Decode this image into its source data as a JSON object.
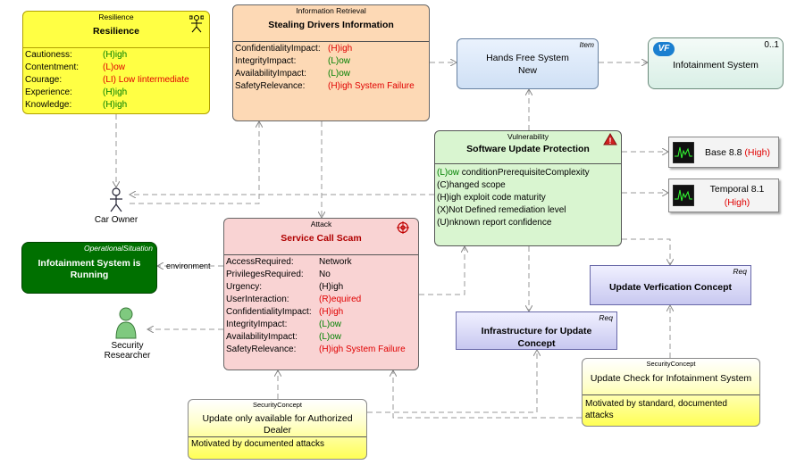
{
  "resilience": {
    "stereotype": "Resilience",
    "title": "Resilience",
    "rows": [
      {
        "label": "Cautioness:",
        "value": "(H)igh",
        "color": "g"
      },
      {
        "label": "Contentment:",
        "value": "(L)ow",
        "color": "r"
      },
      {
        "label": "Courage:",
        "value": "(LI) Low Iintermediate",
        "color": "r"
      },
      {
        "label": "Experience:",
        "value": "(H)igh",
        "color": "g"
      },
      {
        "label": "Knowledge:",
        "value": "(H)igh",
        "color": "g"
      }
    ]
  },
  "info_retrieval": {
    "stereotype": "Information Retrieval",
    "title": "Stealing Drivers Information",
    "rows": [
      {
        "label": "ConfidentialityImpact:",
        "value": "(H)igh",
        "color": "r"
      },
      {
        "label": "IntegrityImpact:",
        "value": "(L)ow",
        "color": "g"
      },
      {
        "label": "AvailabilityImpact:",
        "value": "(L)ow",
        "color": "g"
      },
      {
        "label": "SafetyRelevance:",
        "value": "(H)igh System Failure",
        "color": "r"
      }
    ]
  },
  "hands_free": {
    "stereotype": "Item",
    "line1": "Hands Free System",
    "line2": "New"
  },
  "infotainment": {
    "badge": "VF",
    "multiplicity": "0..1",
    "title": "Infotainment System"
  },
  "vulnerability": {
    "stereotype": "Vulnerability",
    "title": "Software Update Protection",
    "rows": [
      {
        "prefix": "(L)ow",
        "text": " conditionPrerequisiteComplexity",
        "color": "g"
      },
      {
        "prefix": "(C)",
        "text": "hanged scope",
        "color": "k"
      },
      {
        "prefix": "(H)",
        "text": "igh exploit code maturity",
        "color": "k"
      },
      {
        "prefix": "(X)",
        "text": "Not Defined remediation level",
        "color": "k"
      },
      {
        "prefix": "(U)",
        "text": "nknown report confidence",
        "color": "k"
      }
    ]
  },
  "base_score": {
    "label": "Base 8.8 ",
    "level": "(High)"
  },
  "temporal_score": {
    "label": "Temporal 8.1",
    "level": "(High)"
  },
  "car_owner": {
    "label": "Car Owner"
  },
  "security_researcher": {
    "label_line1": "Security",
    "label_line2": "Researcher"
  },
  "operational": {
    "stereotype": "OperationalSituation",
    "line1": "Infotainment System is",
    "line2": "Running"
  },
  "environment_label": "environment",
  "attack": {
    "stereotype": "Attack",
    "title": "Service Call Scam",
    "rows": [
      {
        "label": "AccessRequired:",
        "value": "Network",
        "color": "k"
      },
      {
        "label": "PrivilegesRequired:",
        "value": "No",
        "color": "k"
      },
      {
        "label": "Urgency:",
        "value": "(H)igh",
        "color": "k"
      },
      {
        "label": "UserInteraction:",
        "value": "(R)equired",
        "color": "r"
      },
      {
        "label": "ConfidentialityImpact:",
        "value": "(H)igh",
        "color": "r"
      },
      {
        "label": "IntegrityImpact:",
        "value": "(L)ow",
        "color": "g"
      },
      {
        "label": "AvailabilityImpact:",
        "value": "(L)ow",
        "color": "g"
      },
      {
        "label": "SafetyRelevance:",
        "value": "(H)igh System Failure",
        "color": "r"
      }
    ]
  },
  "req_verification": {
    "stereotype": "Req",
    "title": "Update Verfication Concept"
  },
  "req_infrastructure": {
    "stereotype": "Req",
    "line1": "Infrastructure for Update",
    "line2": "Concept"
  },
  "sc_dealer": {
    "stereotype": "SecurityConcept",
    "line1": "Update only available for Authorized",
    "line2": "Dealer",
    "note": "Motivated by documented attacks"
  },
  "sc_update_check": {
    "stereotype": "SecurityConcept",
    "title": "Update Check for Infotainment System",
    "note_line1": "Motivated by standard, documented",
    "note_line2": "attacks"
  },
  "colors": {
    "resilience_fill": "#ffff44",
    "info_fill": "#fdd9b5",
    "item_fill": "#dbe8f8",
    "vuln_fill": "#d9f5d0",
    "attack_fill": "#f9d3d3",
    "req_fill": "#d8d8f8",
    "sc_fill": "#ffff66",
    "op_fill": "#007000",
    "high_red": "#e00000",
    "ok_green": "#008000"
  }
}
